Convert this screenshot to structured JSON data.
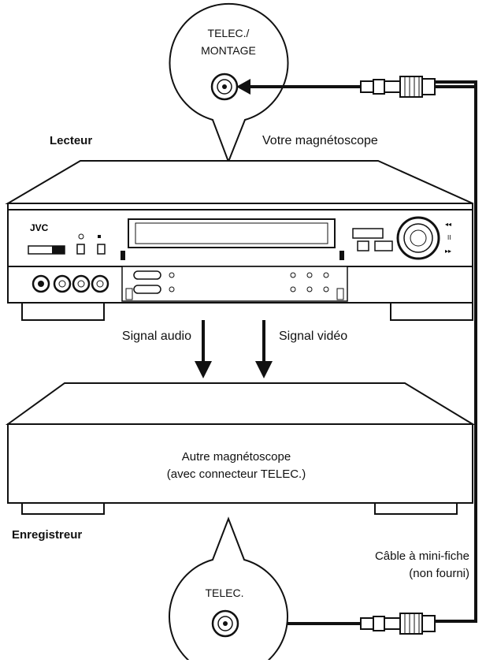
{
  "top_connector": {
    "line1": "TELEC./",
    "line2": "MONTAGE"
  },
  "bottom_connector": {
    "label": "TELEC."
  },
  "player": {
    "role_label": "Lecteur",
    "caption": "Votre magnétoscope",
    "brand": "JVC"
  },
  "signals": {
    "audio": "Signal audio",
    "video": "Signal vidéo"
  },
  "recorder": {
    "line1": "Autre magnétoscope",
    "line2": "(avec connecteur TELEC.)",
    "role_label": "Enregistreur"
  },
  "cable": {
    "line1": "Câble à mini-fiche",
    "line2": "(non fourni)"
  }
}
